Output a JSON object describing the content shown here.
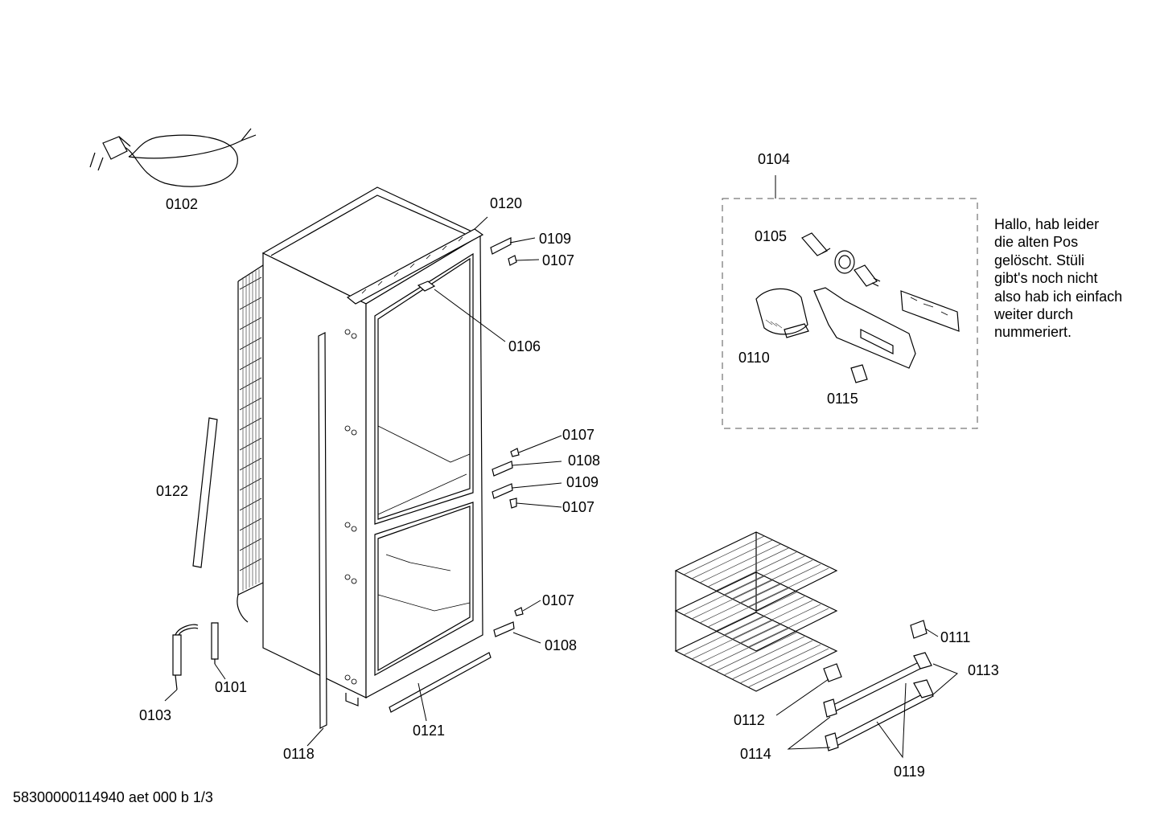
{
  "labels": {
    "p0101": "0101",
    "p0102": "0102",
    "p0103": "0103",
    "p0104": "0104",
    "p0105": "0105",
    "p0106": "0106",
    "p0107a": "0107",
    "p0107b": "0107",
    "p0107c": "0107",
    "p0107d": "0107",
    "p0108a": "0108",
    "p0108b": "0108",
    "p0109a": "0109",
    "p0109b": "0109",
    "p0110": "0110",
    "p0111": "0111",
    "p0112": "0112",
    "p0113": "0113",
    "p0114": "0114",
    "p0115": "0115",
    "p0118": "0118",
    "p0119": "0119",
    "p0120": "0120",
    "p0121": "0121",
    "p0122": "0122"
  },
  "note": "Hallo, hab leider\ndie alten Pos\ngelöscht. Stüli\ngibt's noch nicht\nalso hab ich einfach\nweiter durch\nnummeriert.",
  "footer": "58300000114940 aet 000 b 1/3"
}
